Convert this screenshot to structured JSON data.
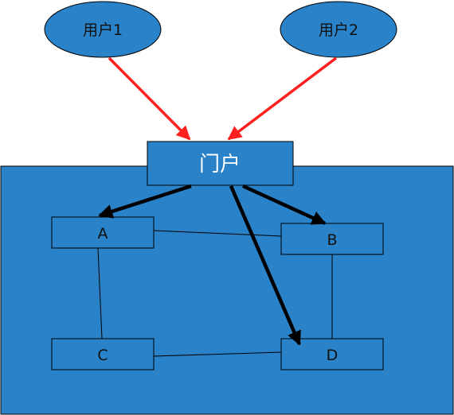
{
  "colors": {
    "container_fill": "#2a82c8",
    "node_fill": "#2a82c8",
    "user_fill": "#2a82c8",
    "portal_fill": "#2a82c8",
    "stroke": "#000000",
    "red_arrow": "#ff2020",
    "black_arrow": "#000000"
  },
  "users": {
    "user1": "用户1",
    "user2": "用户2"
  },
  "portal": {
    "label": "门户"
  },
  "nodes": {
    "a": "A",
    "b": "B",
    "c": "C",
    "d": "D"
  },
  "edges": [
    {
      "from": "user1",
      "to": "portal",
      "style": "red-arrow"
    },
    {
      "from": "user2",
      "to": "portal",
      "style": "red-arrow"
    },
    {
      "from": "portal",
      "to": "a",
      "style": "black-arrow"
    },
    {
      "from": "portal",
      "to": "b",
      "style": "black-arrow"
    },
    {
      "from": "portal",
      "to": "d",
      "style": "black-arrow"
    },
    {
      "from": "a",
      "to": "b",
      "style": "line"
    },
    {
      "from": "a",
      "to": "c",
      "style": "line"
    },
    {
      "from": "b",
      "to": "d",
      "style": "line"
    },
    {
      "from": "c",
      "to": "d",
      "style": "line"
    }
  ]
}
